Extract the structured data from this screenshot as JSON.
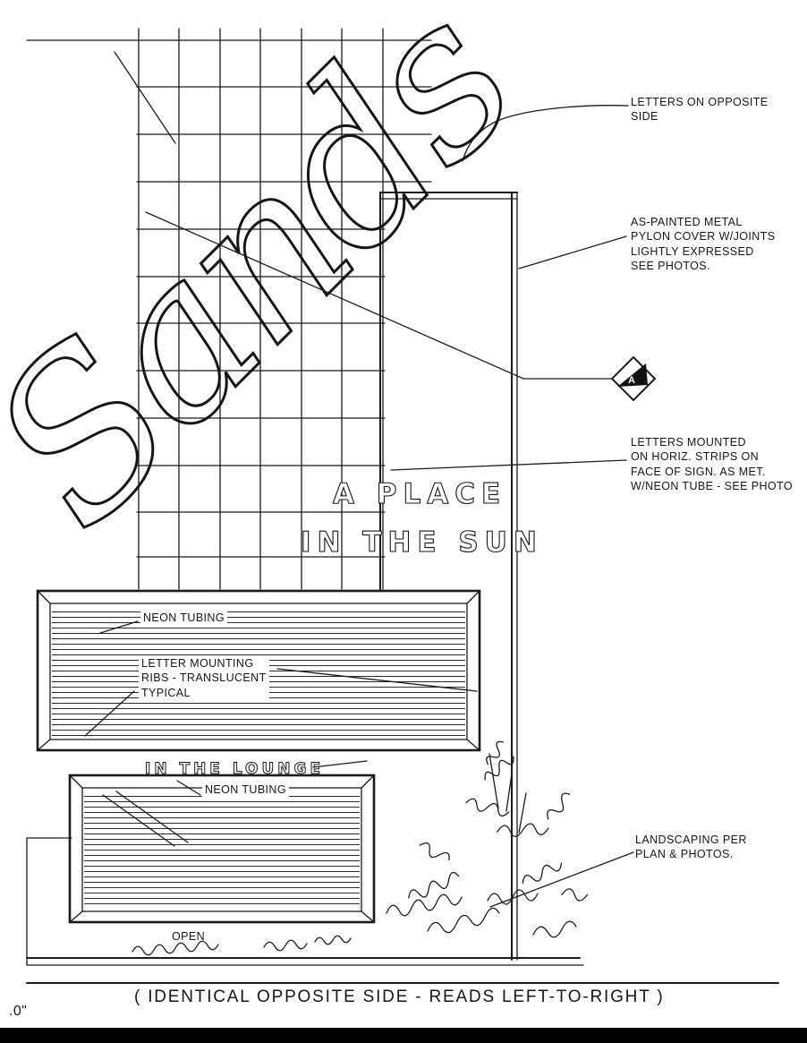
{
  "meta": {
    "paper_color": "#ffffff",
    "ink_color": "#1a1a1a",
    "drawing_type": "sign elevation sketch"
  },
  "sign": {
    "script": "Sands",
    "line1": "A PLACE",
    "line2": "IN THE SUN",
    "lounge": "IN THE LOUNGE",
    "open": "OPEN"
  },
  "marker": {
    "letter": "A",
    "icon": "diamond-detail-marker"
  },
  "annotations": {
    "letters_opposite": "LETTERS ON OPPOSITE\nSIDE",
    "pylon_cover": "AS-PAINTED METAL\nPYLON COVER W/JOINTS\nLIGHTLY EXPRESSED\nSEE PHOTOS.",
    "neon_tubing_upper": "NEON TUBING",
    "letter_mounting": "LETTER MOUNTING\nRIBS - TRANSLUCENT\nTYPICAL",
    "letters_mounted": "LETTERS MOUNTED\nON HORIZ. STRIPS ON\nFACE OF SIGN. AS MET.\nW/NEON TUBE - SEE PHOTO",
    "neon_tubing_lower": "NEON TUBING",
    "landscaping": "LANDSCAPING PER\nPLAN & PHOTOS.",
    "footer_note": "( IDENTICAL OPPOSITE SIDE - READS LEFT-TO-RIGHT )",
    "scale_fragment": ".0\""
  }
}
